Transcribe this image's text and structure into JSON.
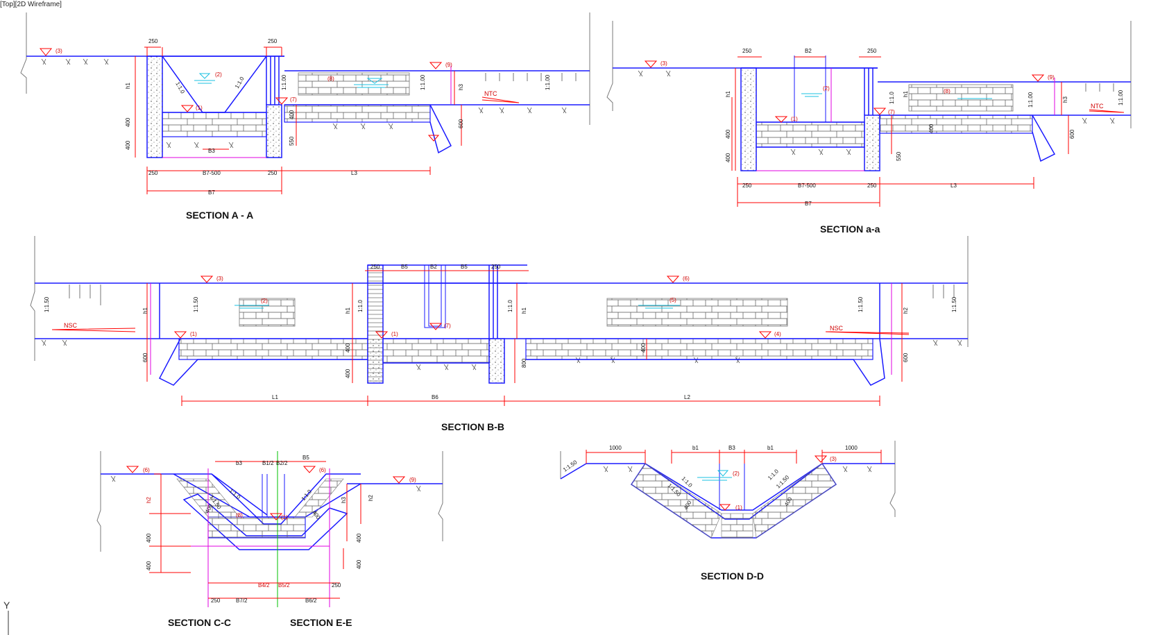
{
  "viewport": {
    "label": "[Top][2D Wireframe]"
  },
  "sections": {
    "aa": {
      "title": "SECTION A - A",
      "dims": {
        "w1": "250",
        "w2": "250",
        "w3": "250",
        "w4": "250",
        "b7_500": "B7-500",
        "b7": "B7",
        "b3": "B3",
        "l3": "L3",
        "h1": "h1",
        "h3": "h3",
        "d400a": "400",
        "d400b": "400",
        "d400c": "400",
        "d550": "550",
        "d600": "600"
      },
      "slopes": {
        "s1": "1:1.0",
        "s2": "1:1.0",
        "s3": "1:1.00",
        "s4": "1:1.00",
        "s5": "1:1.00"
      },
      "tags": {
        "t3": "(3)",
        "t2": "(2)",
        "t1": "(1)",
        "t7": "(7)",
        "t8": "(8)",
        "t9": "(9)"
      },
      "ntc": "NTC"
    },
    "a2": {
      "title": "SECTION a-a",
      "dims": {
        "w1": "250",
        "w2": "250",
        "w3": "250",
        "w4": "250",
        "b2": "B2",
        "b7_500": "B7-500",
        "b7": "B7",
        "l3": "L3",
        "h1": "h1",
        "h1b": "h1",
        "h3": "h3",
        "d400a": "400",
        "d400b": "400",
        "d400c": "400",
        "d550": "550",
        "d600": "600"
      },
      "slopes": {
        "s1": "1:1.0",
        "s2": "1:1.00",
        "s3": "1:1.00"
      },
      "tags": {
        "t3": "(3)",
        "t2": "(2)",
        "t1": "(1)",
        "t7": "(7)",
        "t8": "(8)",
        "t9": "(9)"
      },
      "ntc": "NTC"
    },
    "bb": {
      "title": "SECTION B-B",
      "dims": {
        "w1": "250",
        "b5a": "B5",
        "b2": "B2",
        "b5b": "B5",
        "w2": "250",
        "l1": "L1",
        "b6": "B6",
        "l2": "L2",
        "h1a": "h1",
        "h1b": "h1",
        "h1c": "h1",
        "h2": "h2",
        "d600a": "600",
        "d600b": "600",
        "d400a": "400",
        "d400b": "400",
        "d400c": "400",
        "d800": "800"
      },
      "slopes": {
        "s1": "1:1.50",
        "s2": "1:1.50",
        "s3": "1:1.0",
        "s4": "1:1.0",
        "s5": "1:1.50",
        "s6": "1:1.50"
      },
      "tags": {
        "t3": "(3)",
        "t2": "(2)",
        "t1a": "(1)",
        "t1b": "(1)",
        "t7": "(7)",
        "t6": "(6)",
        "t5": "(5)",
        "t4": "(4)"
      },
      "nsc1": "NSC",
      "nsc2": "NSC"
    },
    "cc": {
      "title": "SECTION C-C",
      "dims": {
        "b3": "b3",
        "b1_2a": "B1/2",
        "b2_2": "B2/2",
        "b5": "B5",
        "h2a": "h2",
        "h2b": "h2",
        "h3": "h3",
        "d400a": "400",
        "d400b": "400",
        "d400c": "400",
        "d400d": "400",
        "d400e": "400",
        "d400f": "400",
        "w250a": "250",
        "w250b": "250",
        "b7_2": "B7/2",
        "b6_2": "B6/2",
        "b4_2": "B4/2",
        "b5_2": "B5/2"
      },
      "slopes": {
        "s1": "1:1.0",
        "s2": "1:1.50",
        "s3": "1:1.0"
      },
      "tags": {
        "t6a": "(6)",
        "t6b": "(6)",
        "t9": "(9)",
        "t8": "(8)",
        "t1": "(1)"
      }
    },
    "ee": {
      "title": "SECTION E-E"
    },
    "dd": {
      "title": "SECTION D-D",
      "dims": {
        "d1000a": "1000",
        "d1000b": "1000",
        "b1a": "b1",
        "b3": "B3",
        "b1b": "b1",
        "d400a": "400",
        "d400b": "400"
      },
      "slopes": {
        "s1": "1:1.50",
        "s2": "1:1.0",
        "s3": "1:1.50",
        "s4": "1:1.0",
        "s5": "1:1.50"
      },
      "tags": {
        "t2": "(2)",
        "t1": "(1)",
        "t3": "(3)"
      }
    }
  },
  "ucs": {
    "y_label": "Y"
  },
  "colors": {
    "structure": "#1a1aff",
    "dimension": "#ff0000",
    "ground": "#7a7a7a",
    "hidden": "#e000e0",
    "water": "#19c0e0",
    "axis": "#00c000"
  }
}
